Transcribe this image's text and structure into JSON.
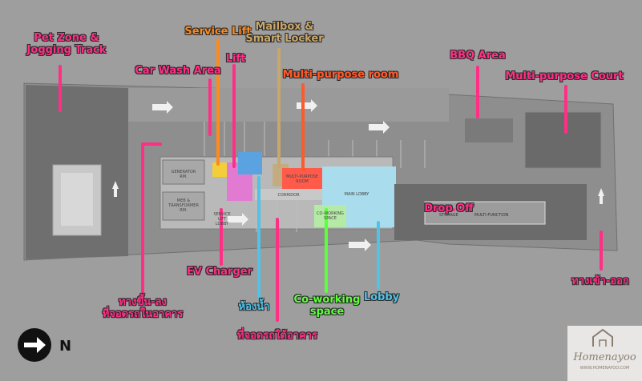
{
  "labels": {
    "pet_zone": [
      "Pet Zone &",
      "Jogging Track"
    ],
    "service_lift": "Service Lift",
    "mailbox": [
      "Mailbox &",
      "Smart Locker"
    ],
    "car_wash": "Car Wash Area",
    "lift": "Lift",
    "multi_purpose_room": "Multi-purpose room",
    "bbq": "BBQ Area",
    "multi_purpose_court": "Multi-purpose Court",
    "drop_off": "Drop Off",
    "ev_charger": "EV Charger",
    "ramp": [
      "ทางขึ้น-ลง",
      "ที่จอดรถในอาคาร"
    ],
    "toilet": "ห้องน้ำ",
    "coworking": [
      "Co-working",
      "space"
    ],
    "lobby": "Lobby",
    "underground_parking": "ที่จอดรถใต้อาคาร",
    "entrance_exit": "ทางเข้า-ออก"
  },
  "rooms": {
    "generator": [
      "GENERATOR",
      "RM."
    ],
    "meb": [
      "MEB &",
      "TRANSFORMER",
      "RM."
    ],
    "corridor": "CORRIDOR",
    "main_lobby": "MAIN LOBBY",
    "service_lift_lobby": [
      "SERVICE",
      "LIFT",
      "LOBBY"
    ],
    "coworking_room": [
      "CO-WORKING",
      "SPACE"
    ],
    "mp_room": [
      "MULTI-PURPOSE",
      "ROOM"
    ],
    "storage": "STORAGE",
    "multi_function": "MULTI-FUNCTION"
  },
  "compass": {
    "letter": "N"
  },
  "logo": {
    "name": "Homenayoo",
    "url": "WWW.HOMENAYOO.COM"
  },
  "colors": {
    "pink": "#ff2f86",
    "orange": "#ff8a1c",
    "brown": "#c9a76a",
    "red_orange": "#ff5a2a",
    "green": "#5dff3c",
    "blue": "#4fc3e8",
    "room_pink": "#e27ad1",
    "room_red": "#ff5a4a",
    "room_cyan": "#a9dcec",
    "room_green": "#b4eaa6",
    "room_blue": "#5aa3e0",
    "room_yellow": "#f2cf3a"
  }
}
